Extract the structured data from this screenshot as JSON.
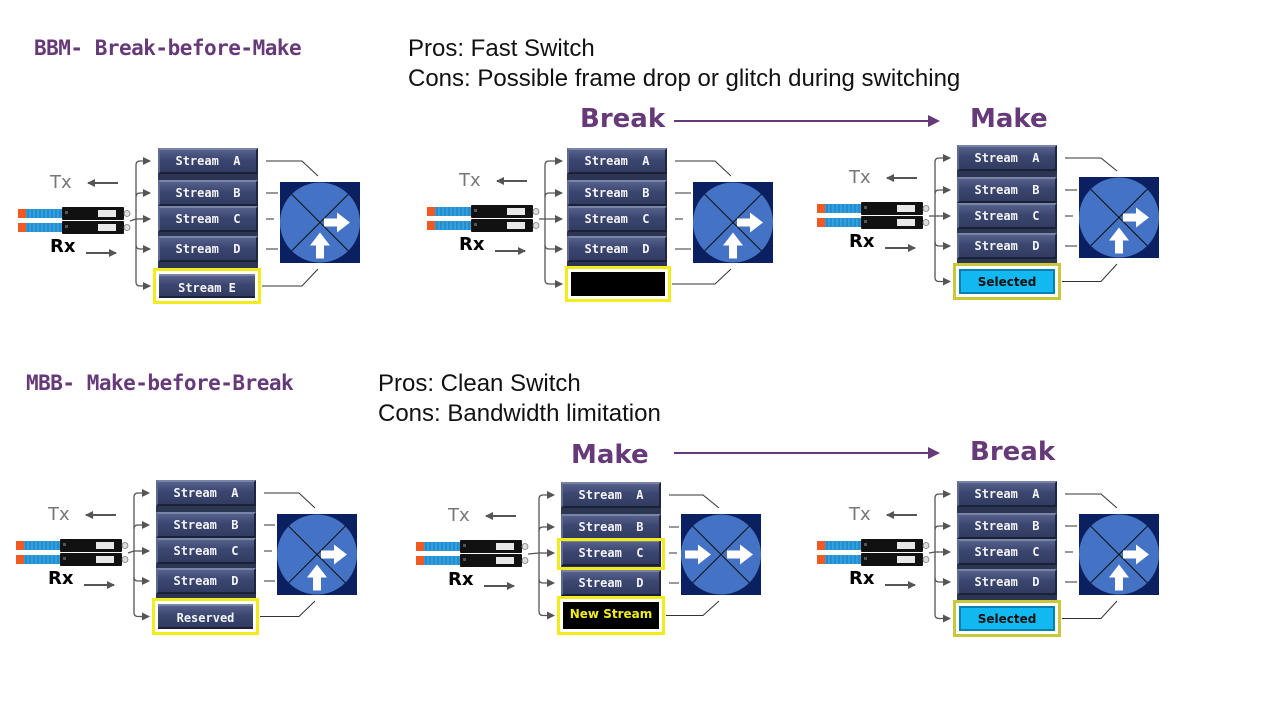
{
  "bbm": {
    "title": "BBM- Break-before-Make",
    "pros": "Pros: Fast Switch",
    "cons": "Cons: Possible frame drop or glitch during switching",
    "phase_from": "Break",
    "phase_to": "Make",
    "panels": [
      {
        "tx": "Tx",
        "rx": "Rx",
        "streams": [
          "Stream A",
          "Stream B",
          "Stream C",
          "Stream D"
        ],
        "slot": {
          "label": "Stream E",
          "state": "highlighted"
        },
        "switch_icon": "switch-two-way-icon"
      },
      {
        "tx": "Tx",
        "rx": "Rx",
        "streams": [
          "Stream A",
          "Stream B",
          "Stream C",
          "Stream D"
        ],
        "slot": {
          "label": "",
          "state": "empty-black"
        },
        "switch_icon": "switch-two-way-icon"
      },
      {
        "tx": "Tx",
        "rx": "Rx",
        "streams": [
          "Stream A",
          "Stream B",
          "Stream C",
          "Stream D"
        ],
        "slot": {
          "label": "Selected",
          "state": "selected"
        },
        "switch_icon": "switch-two-way-icon"
      }
    ]
  },
  "mbb": {
    "title": "MBB- Make-before-Break",
    "pros": "Pros: Clean Switch",
    "cons": "Cons: Bandwidth limitation",
    "phase_from": "Make",
    "phase_to": "Break",
    "panels": [
      {
        "tx": "Tx",
        "rx": "Rx",
        "streams": [
          "Stream A",
          "Stream B",
          "Stream C",
          "Stream D"
        ],
        "slot": {
          "label": "Reserved",
          "state": "highlighted"
        },
        "switch_icon": "switch-two-way-icon"
      },
      {
        "tx": "Tx",
        "rx": "Rx",
        "streams": [
          "Stream A",
          "Stream B",
          "Stream C",
          "Stream D"
        ],
        "highlighted_stream": "Stream C",
        "slot": {
          "label": "New Stream",
          "state": "new"
        },
        "switch_icon": "switch-dual-right-icon"
      },
      {
        "tx": "Tx",
        "rx": "Rx",
        "streams": [
          "Stream A",
          "Stream B",
          "Stream C",
          "Stream D"
        ],
        "slot": {
          "label": "Selected",
          "state": "selected"
        },
        "switch_icon": "switch-two-way-icon"
      }
    ]
  },
  "colors": {
    "title_purple": "#663a78",
    "stream_navy": "#3b4670",
    "highlight_yellow": "#f2ec1c",
    "selected_cyan": "#12b8f0",
    "switch_bg": "#0b2060",
    "switch_disc": "#4472c4",
    "fiber_blue": "#2f9fe0",
    "fiber_orange": "#f05a22"
  }
}
